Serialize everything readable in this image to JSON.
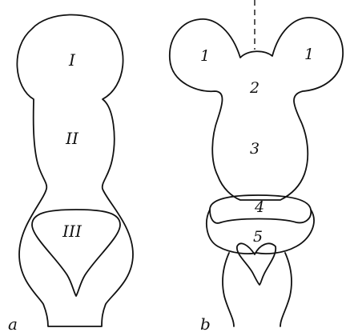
{
  "panel_a": {
    "label": "a",
    "regions": [
      "I",
      "II",
      "III"
    ]
  },
  "panel_b": {
    "label": "b",
    "regions": [
      "1",
      "1",
      "2",
      "3",
      "4",
      "5"
    ]
  }
}
